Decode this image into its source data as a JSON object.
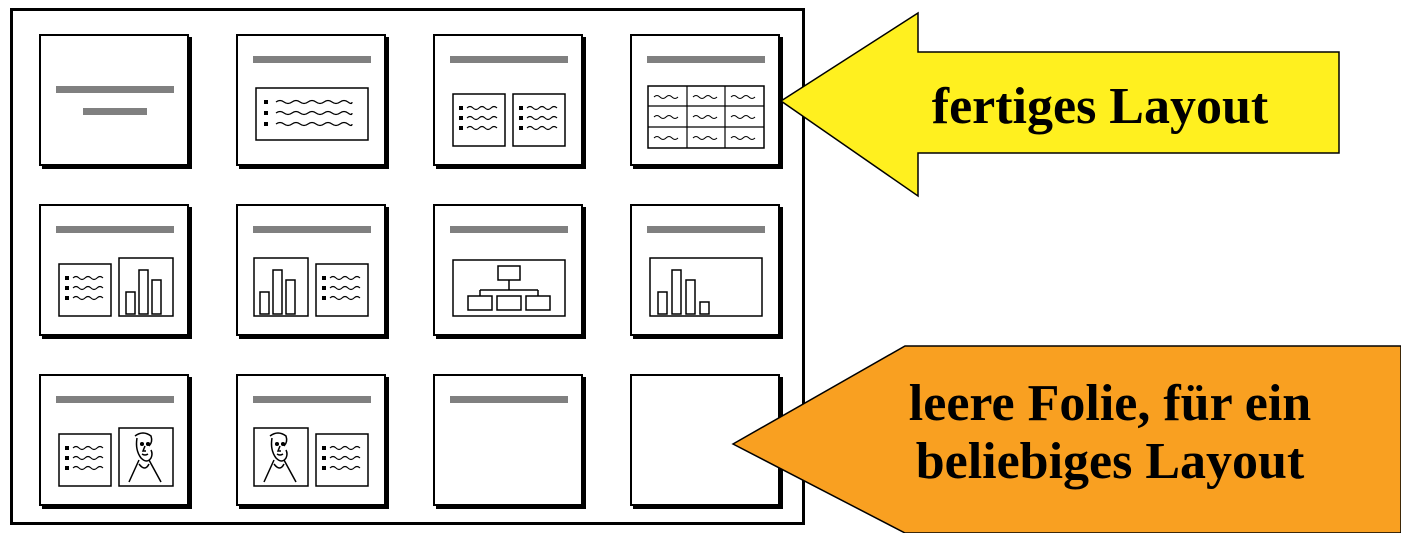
{
  "layouts": [
    {
      "id": "title-slide"
    },
    {
      "id": "bulleted-list"
    },
    {
      "id": "two-column-text"
    },
    {
      "id": "table"
    },
    {
      "id": "text-and-chart"
    },
    {
      "id": "chart-and-text"
    },
    {
      "id": "organization-chart"
    },
    {
      "id": "chart"
    },
    {
      "id": "text-and-clip-art"
    },
    {
      "id": "clip-art-and-text"
    },
    {
      "id": "title-only"
    },
    {
      "id": "blank"
    }
  ],
  "callouts": {
    "predefined": {
      "text": "fertiges Layout",
      "color": "#FFF01F"
    },
    "blank": {
      "line1": "leere Folie, für ein",
      "line2": "beliebiges Layout",
      "color": "#F9A021"
    }
  }
}
